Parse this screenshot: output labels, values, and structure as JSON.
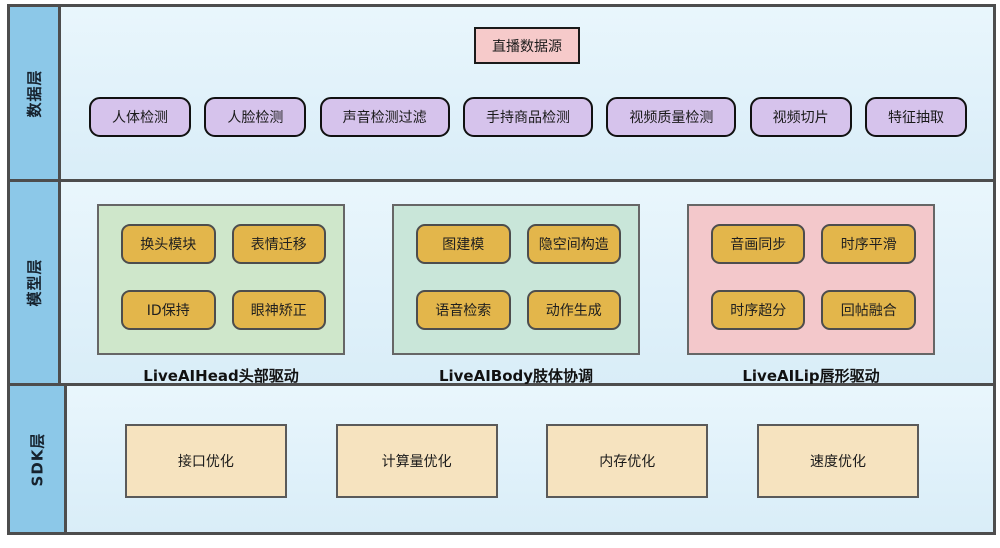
{
  "layers": [
    {
      "label": "数据层",
      "source_box": "直播数据源",
      "detectors": [
        "人体检测",
        "人脸检测",
        "声音检测过滤",
        "手持商品检测",
        "视频质量检测",
        "视频切片",
        "特征抽取"
      ]
    },
    {
      "label": "模型层",
      "groups": [
        {
          "title": "LiveAIHead头部驱动",
          "modules": [
            "换头模块",
            "表情迁移",
            "ID保持",
            "眼神矫正"
          ]
        },
        {
          "title": "LiveAIBody肢体协调",
          "modules": [
            "图建模",
            "隐空间构造",
            "语音检索",
            "动作生成"
          ]
        },
        {
          "title": "LiveAILip唇形驱动",
          "modules": [
            "音画同步",
            "时序平滑",
            "时序超分",
            "回帖融合"
          ]
        }
      ]
    },
    {
      "label": "SDK层",
      "optimizations": [
        "接口优化",
        "计算量优化",
        "内存优化",
        "速度优化"
      ]
    }
  ],
  "colors": {
    "band_background": "#ddeef8",
    "band_border": "#4d4d4d",
    "layer_strip": "#8cc8e8",
    "source_box": "#f6caca",
    "detector_box": "#d6c3ec",
    "group_head": "#cfe7cb",
    "group_body": "#c9e6d9",
    "group_lip": "#f3c8cb",
    "module_box": "#e3b64b",
    "sdk_box": "#f6e3bf"
  }
}
